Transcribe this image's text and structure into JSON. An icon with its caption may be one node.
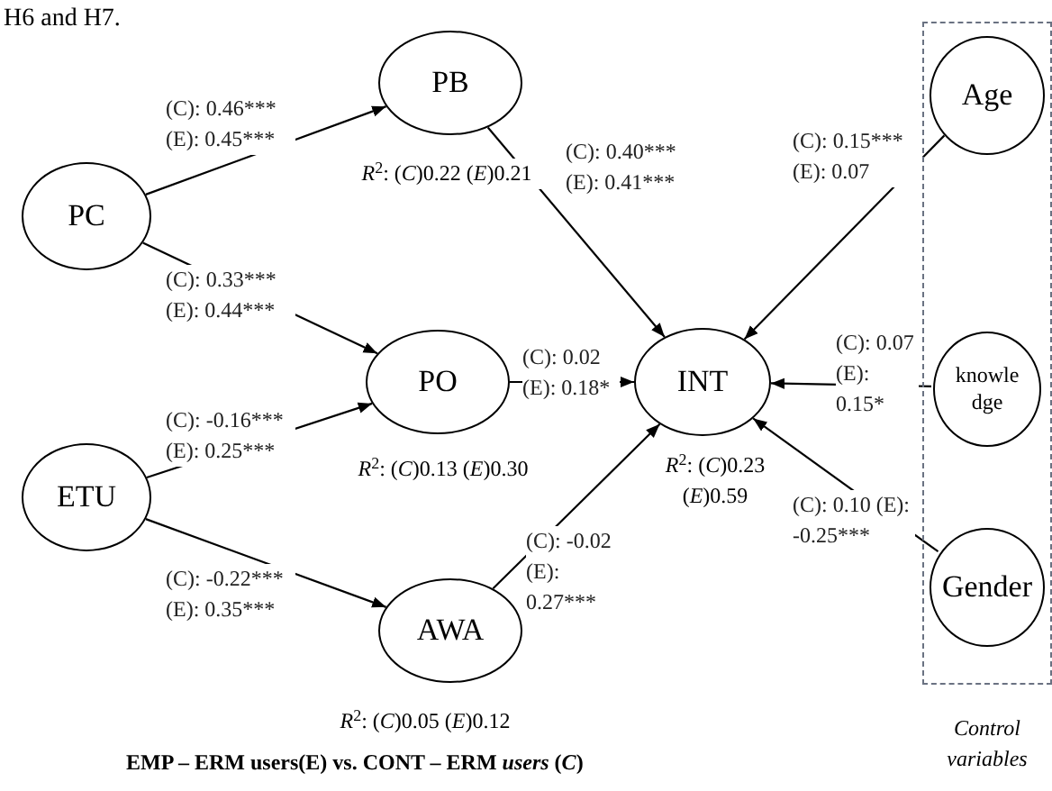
{
  "diagram": {
    "nodes": [
      {
        "text": [
          "PC"
        ]
      },
      {
        "text": [
          "PB"
        ],
        "beside": [
          "*R*$^{2}$: (*C*)0.22 (*E*)0.21"
        ]
      },
      {
        "text": [
          "PO"
        ],
        "beside": [
          "*R*$^{2}$: (*C*)0.13 (*E*)0.30"
        ]
      },
      {
        "text": [
          "ETU"
        ]
      },
      {
        "text": [
          "AWA"
        ],
        "beside": [
          "*R*$^{2}$: (*C*)0.05 (*E*)0.12"
        ]
      },
      {
        "text": [
          "INT"
        ],
        "beside": [
          "*R*$^{2}$: (*C*)0.23 (*E*)0.59"
        ]
      },
      {
        "text": [],
        "shape": "box",
        "beside": [
          "Control variables"
        ]
      },
      {
        "text": [
          "Age"
        ],
        "in": 6
      },
      {
        "text": [
          "knowledge"
        ],
        "in": 6
      },
      {
        "text": [
          "Gender"
        ],
        "in": 6
      }
    ],
    "edges": [
      {
        "from": 0,
        "to": 1,
        "arrow": "to",
        "label": "(C): 0.46*** (E): 0.45***"
      },
      {
        "from": 0,
        "to": 2,
        "arrow": "to",
        "label": "(C): 0.33*** (E): 0.44***"
      },
      {
        "from": 3,
        "to": 2,
        "arrow": "to",
        "label": "(C): -0.16*** (E): 0.25***"
      },
      {
        "from": 3,
        "to": 4,
        "arrow": "to",
        "label": "(C): -0.22*** (E): 0.35***"
      },
      {
        "from": 1,
        "to": 5,
        "arrow": "to",
        "label": "(C): 0.40*** (E): 0.41***"
      },
      {
        "from": 2,
        "to": 5,
        "arrow": "to",
        "label": "(C): 0.02 (E): 0.18*"
      },
      {
        "from": 4,
        "to": 5,
        "arrow": "to",
        "label": "(C): -0.02 (E): 0.27***"
      },
      {
        "from": 7,
        "to": 5,
        "arrow": "to",
        "label": "(C): 0.15*** (E): 0.07"
      },
      {
        "from": 8,
        "to": 5,
        "arrow": "to",
        "label": "(C): 0.07 (E): 0.15*"
      },
      {
        "from": 9,
        "to": 5,
        "arrow": "to",
        "label": "(C): 0.10 (E): -0.25***"
      }
    ],
    "labels": [
      "H6 and H7.",
      "EMP – ERM users(E) vs. CONT – ERM *users* (*C*)"
    ]
  }
}
